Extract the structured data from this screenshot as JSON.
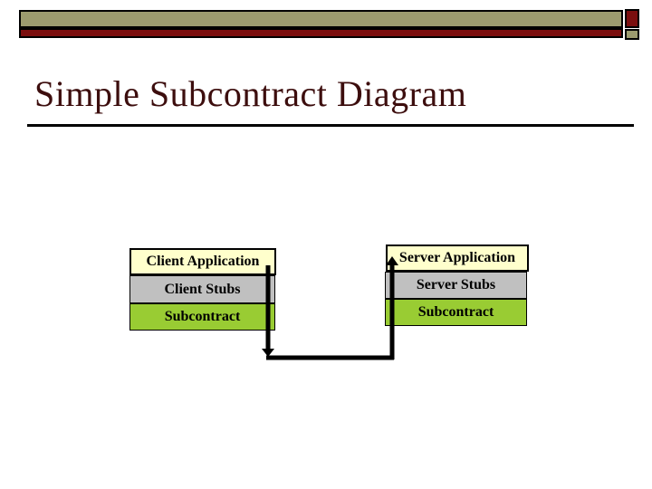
{
  "slide": {
    "title": "Simple Subcontract Diagram"
  },
  "colors": {
    "title": "#3D0E0E",
    "underline": "#000000",
    "bar_olive": "#9C9B6E",
    "bar_maroon": "#7B0E0E",
    "connector": "#000000"
  },
  "diagram": {
    "client_stack": [
      {
        "label": "Client Application",
        "bg": "#FFFFCC"
      },
      {
        "label": "Client Stubs",
        "bg": "#C0C0C0"
      },
      {
        "label": "Subcontract",
        "bg": "#99CC33"
      }
    ],
    "server_stack": [
      {
        "label": "Server Application",
        "bg": "#FFFFCC"
      },
      {
        "label": "Server Stubs",
        "bg": "#C0C0C0"
      },
      {
        "label": "Subcontract",
        "bg": "#99CC33"
      }
    ]
  }
}
